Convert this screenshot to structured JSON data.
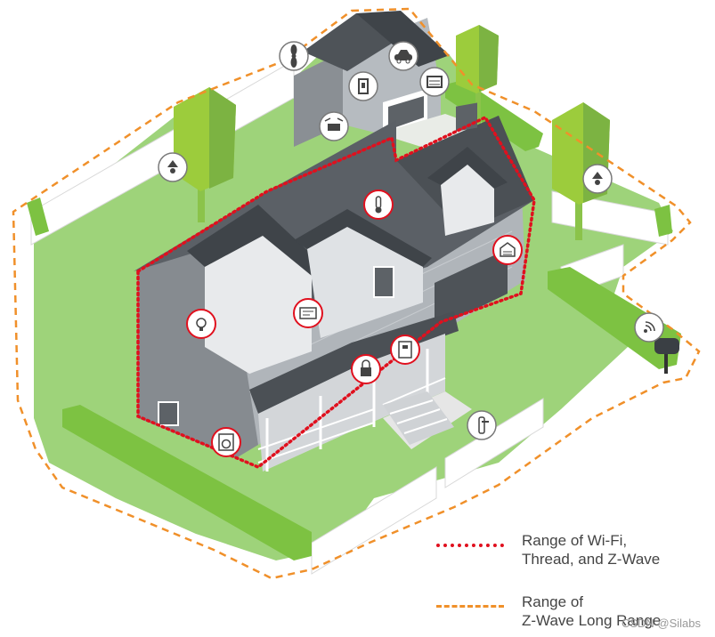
{
  "legend": {
    "range_1": "Range of Wi-Fi,\nThread, and Z-Wave",
    "range_2": "Range of\nZ-Wave Long Range"
  },
  "watermark": "CSDN @Silabs",
  "colors": {
    "lawn": "#9ed37a",
    "hedge": "#7dc242",
    "roof": "#555b61",
    "siding": "#9aa0a6",
    "trim": "#ffffff",
    "short_range_border": "#e0101e",
    "long_range_border": "#f0902a"
  },
  "device_icons": [
    "fan-icon",
    "car-icon",
    "light-switch-icon",
    "garage-door-opener-icon",
    "sprinkler-icon",
    "outdoor-light-icon",
    "thermostat-icon",
    "garage-door-icon",
    "wall-light-icon",
    "control-panel-icon",
    "smart-lock-icon",
    "door-sensor-icon",
    "door-handle-icon",
    "washing-machine-icon",
    "mailbox-wifi-icon"
  ]
}
